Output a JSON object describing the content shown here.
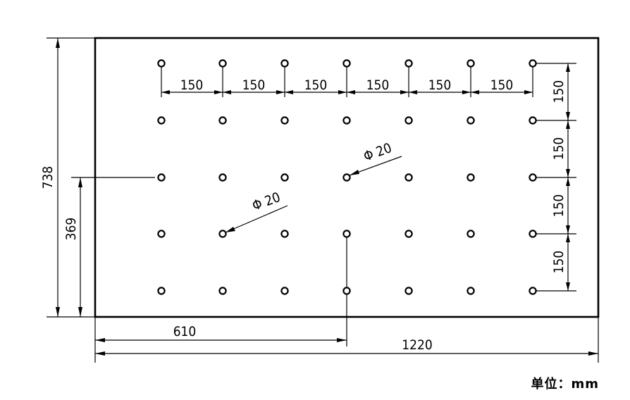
{
  "board": {
    "width": "1220",
    "height": "738"
  },
  "offsets": {
    "x": "610",
    "y": "369"
  },
  "pitch": {
    "horizontal": [
      "150",
      "150",
      "150",
      "150",
      "150",
      "150"
    ],
    "vertical": [
      "150",
      "150",
      "150",
      "150"
    ]
  },
  "hole_diameter_labels": [
    "Φ 20",
    "Φ 20"
  ],
  "unit_label": "单位：mm"
}
